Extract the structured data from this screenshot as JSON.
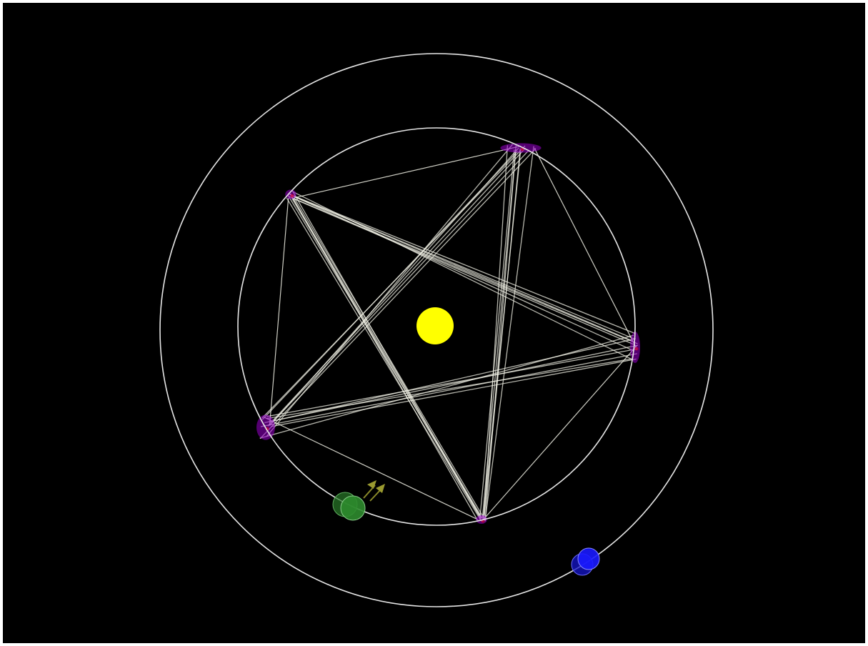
{
  "scene": {
    "background_color": "#000000",
    "frame_color": "#ffffff",
    "orbit_color": "#e6e6e6",
    "chord_color": "#f2f2e6",
    "sun_color": "#ffff00",
    "inner_planet_color": "#2e8b2e",
    "outer_planet_color": "#1a1aff",
    "velocity_marker_color": "#8a8a2a",
    "chord_endpoint_color": "#9900cc",
    "chord_endpoint_accent": "#cc0033",
    "inner_orbit_period_ratio": 0.618,
    "chord_pattern": "pentagram",
    "chord_endpoint_count": 5
  }
}
